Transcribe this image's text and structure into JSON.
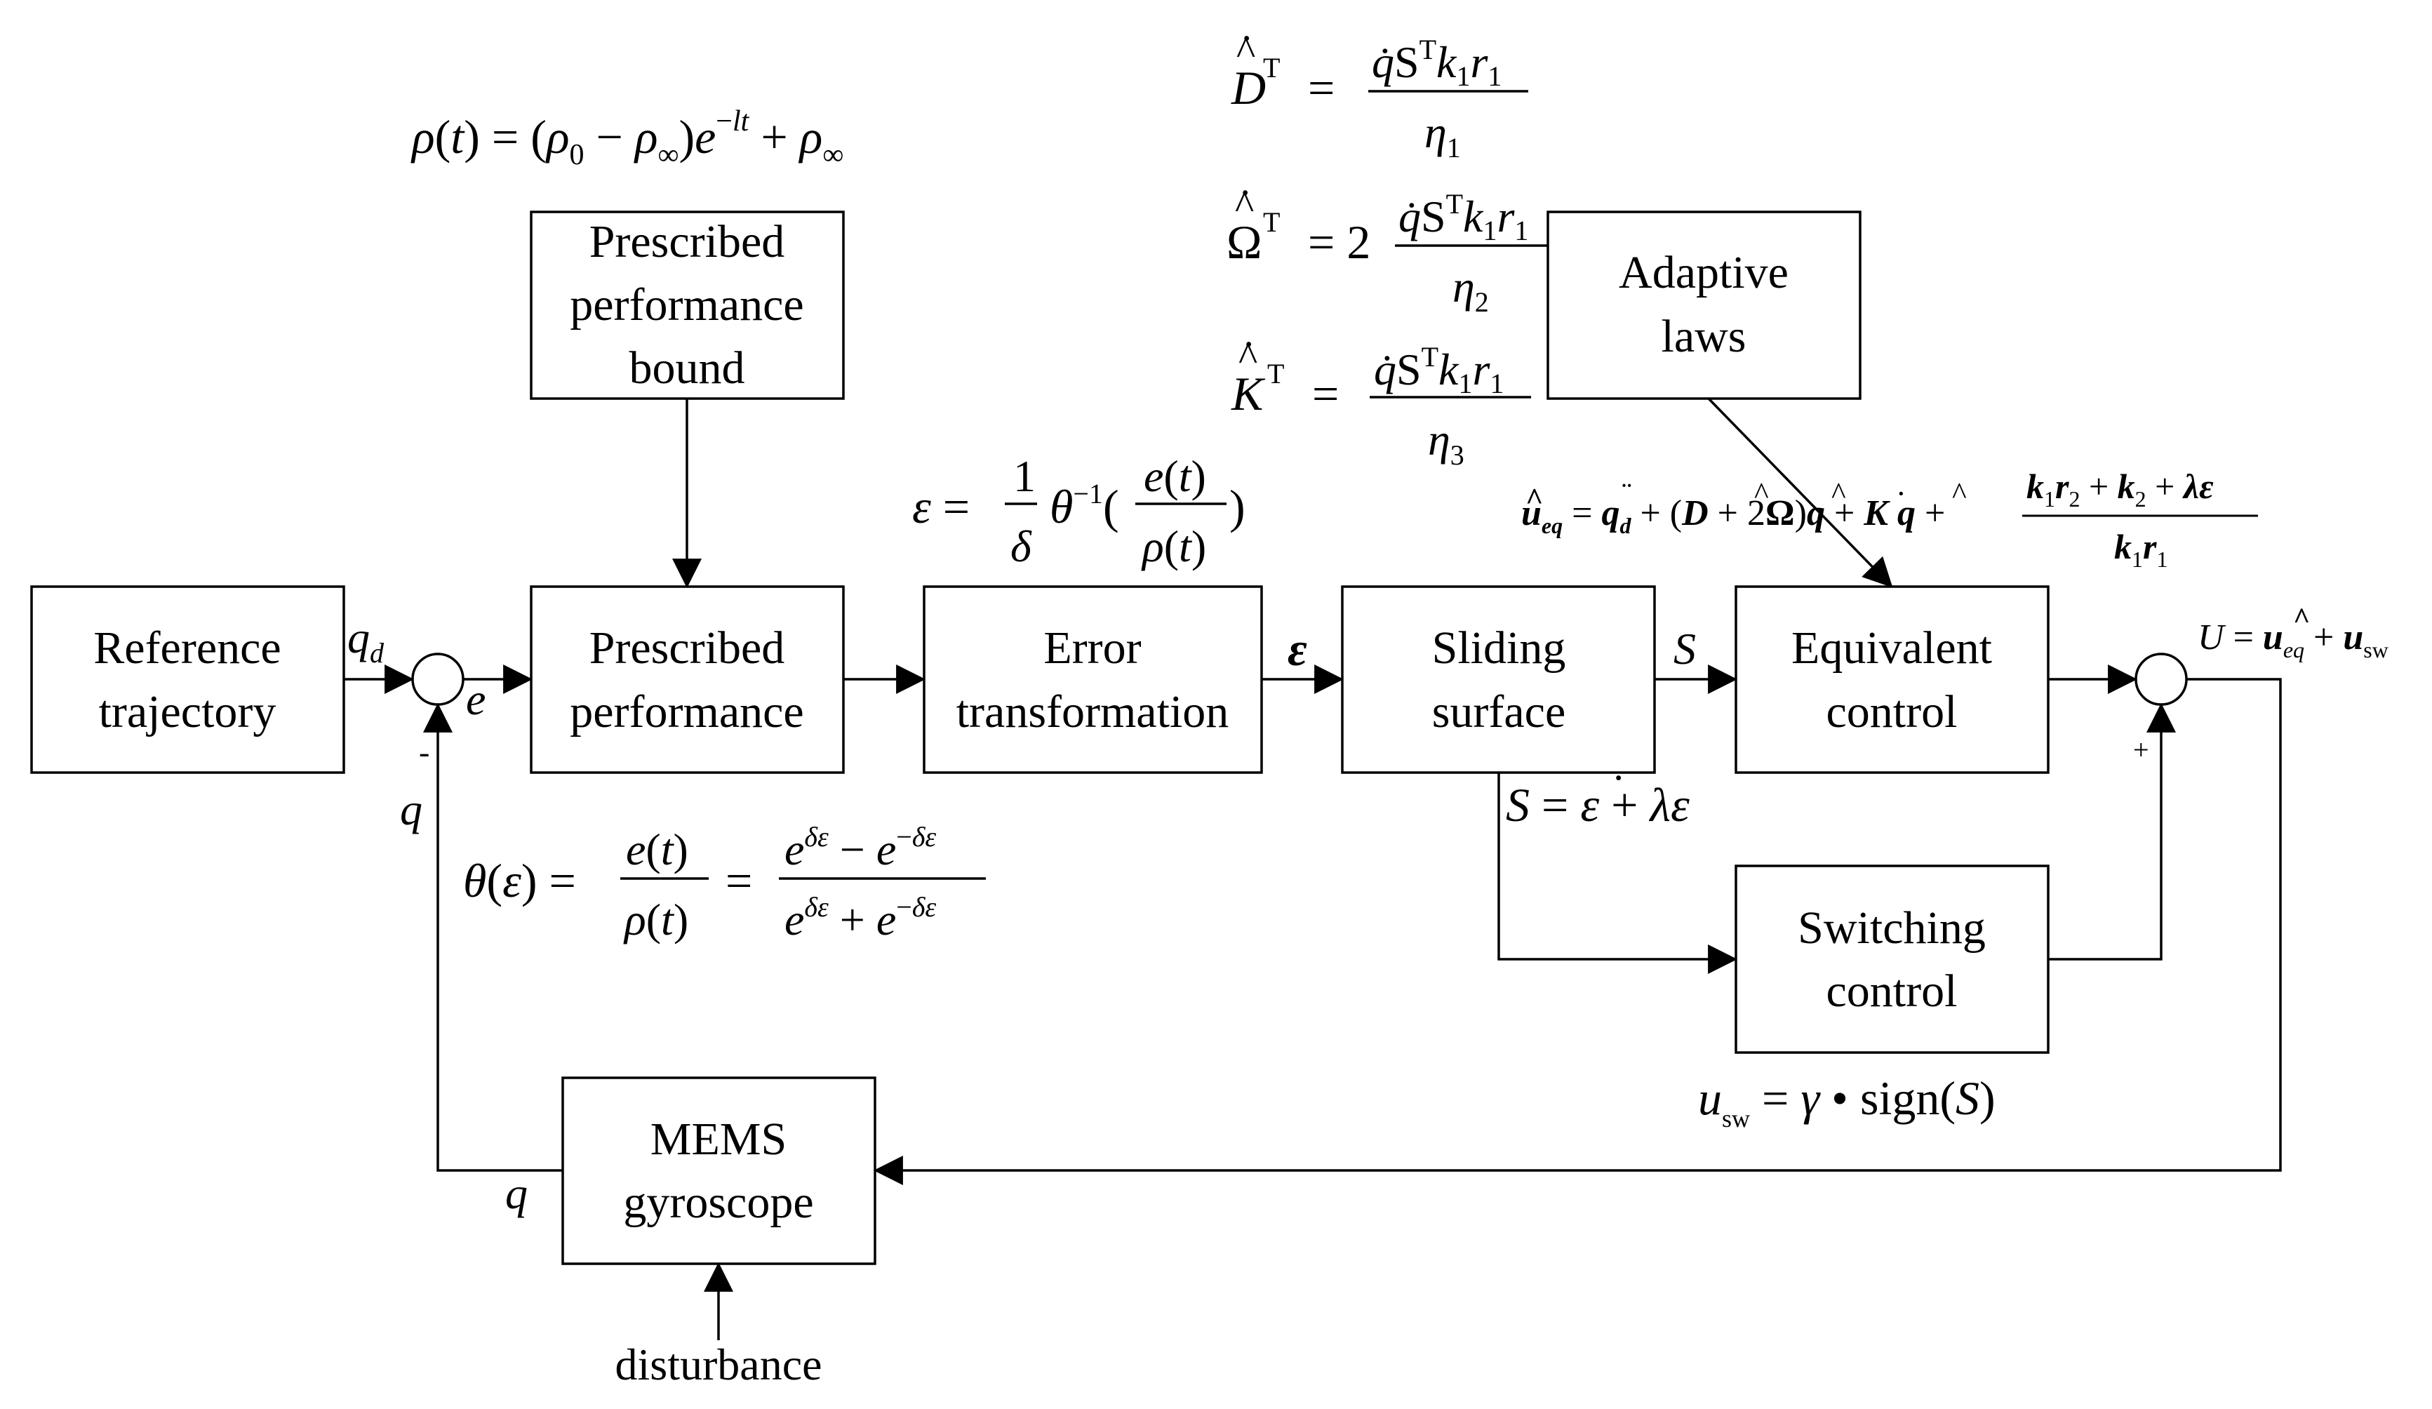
{
  "blocks": {
    "reference": [
      "Reference",
      "trajectory"
    ],
    "ppbound": [
      "Prescribed",
      "performance",
      "bound"
    ],
    "pp": [
      "Prescribed",
      "performance"
    ],
    "error": [
      "Error",
      "transformation"
    ],
    "sliding": [
      "Sliding",
      "surface"
    ],
    "adaptive": [
      "Adaptive",
      "laws"
    ],
    "equivalent": [
      "Equivalent",
      "control"
    ],
    "switching": [
      "Switching",
      "control"
    ],
    "mems": [
      "MEMS",
      "gyroscope"
    ]
  },
  "signals": {
    "qd": "q",
    "qd_sub": "d",
    "e": "e",
    "minus": "-",
    "plus": "+",
    "q_feedback": "q",
    "q_output": "q",
    "epsilon": "ε",
    "S": "S",
    "disturbance": "disturbance"
  },
  "equations": {
    "rho": "ρ(t) = (ρ₀ − ρ∞)e^(−lt) + ρ∞",
    "epsilon_def": "ε = (1/δ) θ⁻¹(e(t)/ρ(t))",
    "theta": "θ(ε) = e(t)/ρ(t) = (e^(δε) − e^(−δε))/(e^(δε) + e^(−δε))",
    "D_law": "D̂̇ᵀ = q̇Sᵀk₁r₁/η₁",
    "Omega_law": "Ω̂̇ᵀ = 2 q̇Sᵀk₁r₁/η₂",
    "K_law": "K̂̇ᵀ = q̇Sᵀk₁r₁/η₃",
    "ueq": "ûeq = q̈d + (D̂ + 2Ω̂)q̇ + K̂q + (k₁r₂ + k₂ + λε̇)/(k₁r₁)",
    "S_def": "S = ε̇ + λε",
    "usw": "usw = γ • sign(S)",
    "U": "U = ûeq + usw"
  }
}
